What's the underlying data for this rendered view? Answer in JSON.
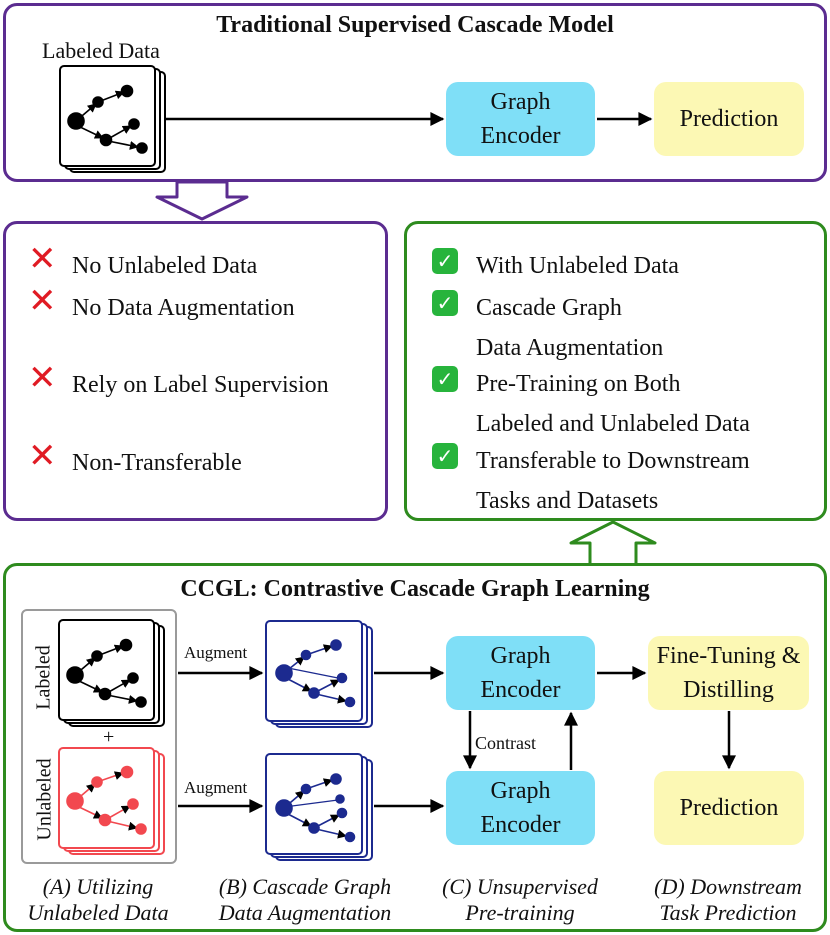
{
  "top_panel": {
    "title": "Traditional Supervised Cascade Model",
    "labeled_data": "Labeled Data",
    "encoder": "Graph Encoder",
    "prediction": "Prediction"
  },
  "cons": {
    "items": [
      "No Unlabeled Data",
      "No Data Augmentation",
      "Rely on Label Supervision",
      "Non-Transferable"
    ]
  },
  "pros": {
    "items": [
      [
        "With Unlabeled Data"
      ],
      [
        "Cascade Graph",
        "Data Augmentation"
      ],
      [
        "Pre-Training on Both",
        "Labeled and Unlabeled Data"
      ],
      [
        "Transferable to Downstream",
        "Tasks and Datasets"
      ]
    ]
  },
  "ccgl": {
    "title": "CCGL: Contrastive Cascade Graph Learning",
    "labeled": "Labeled",
    "plus": "+",
    "unlabeled": "Unlabeled",
    "augment_top": "Augment",
    "augment_bottom": "Augment",
    "encoder_top": "Graph Encoder",
    "encoder_bottom": "Graph Encoder",
    "contrast": "Contrast",
    "finetune": "Fine-Tuning & Distilling",
    "prediction": "Prediction",
    "captions": {
      "a": [
        "(A) Utilizing",
        "Unlabeled Data"
      ],
      "b": [
        "(B) Cascade Graph",
        "Data Augmentation"
      ],
      "c": [
        "(C) Unsupervised",
        "Pre-training"
      ],
      "d": [
        "(D) Downstream",
        "Task Prediction"
      ]
    }
  },
  "colors": {
    "purple": "#5b2c90",
    "green": "#2e8b1e",
    "cyan": "#7fdff7",
    "yellow": "#fcf8b4",
    "red": "#e01b24",
    "graph_red": "#f2484f",
    "graph_blue": "#1c2a8f"
  }
}
